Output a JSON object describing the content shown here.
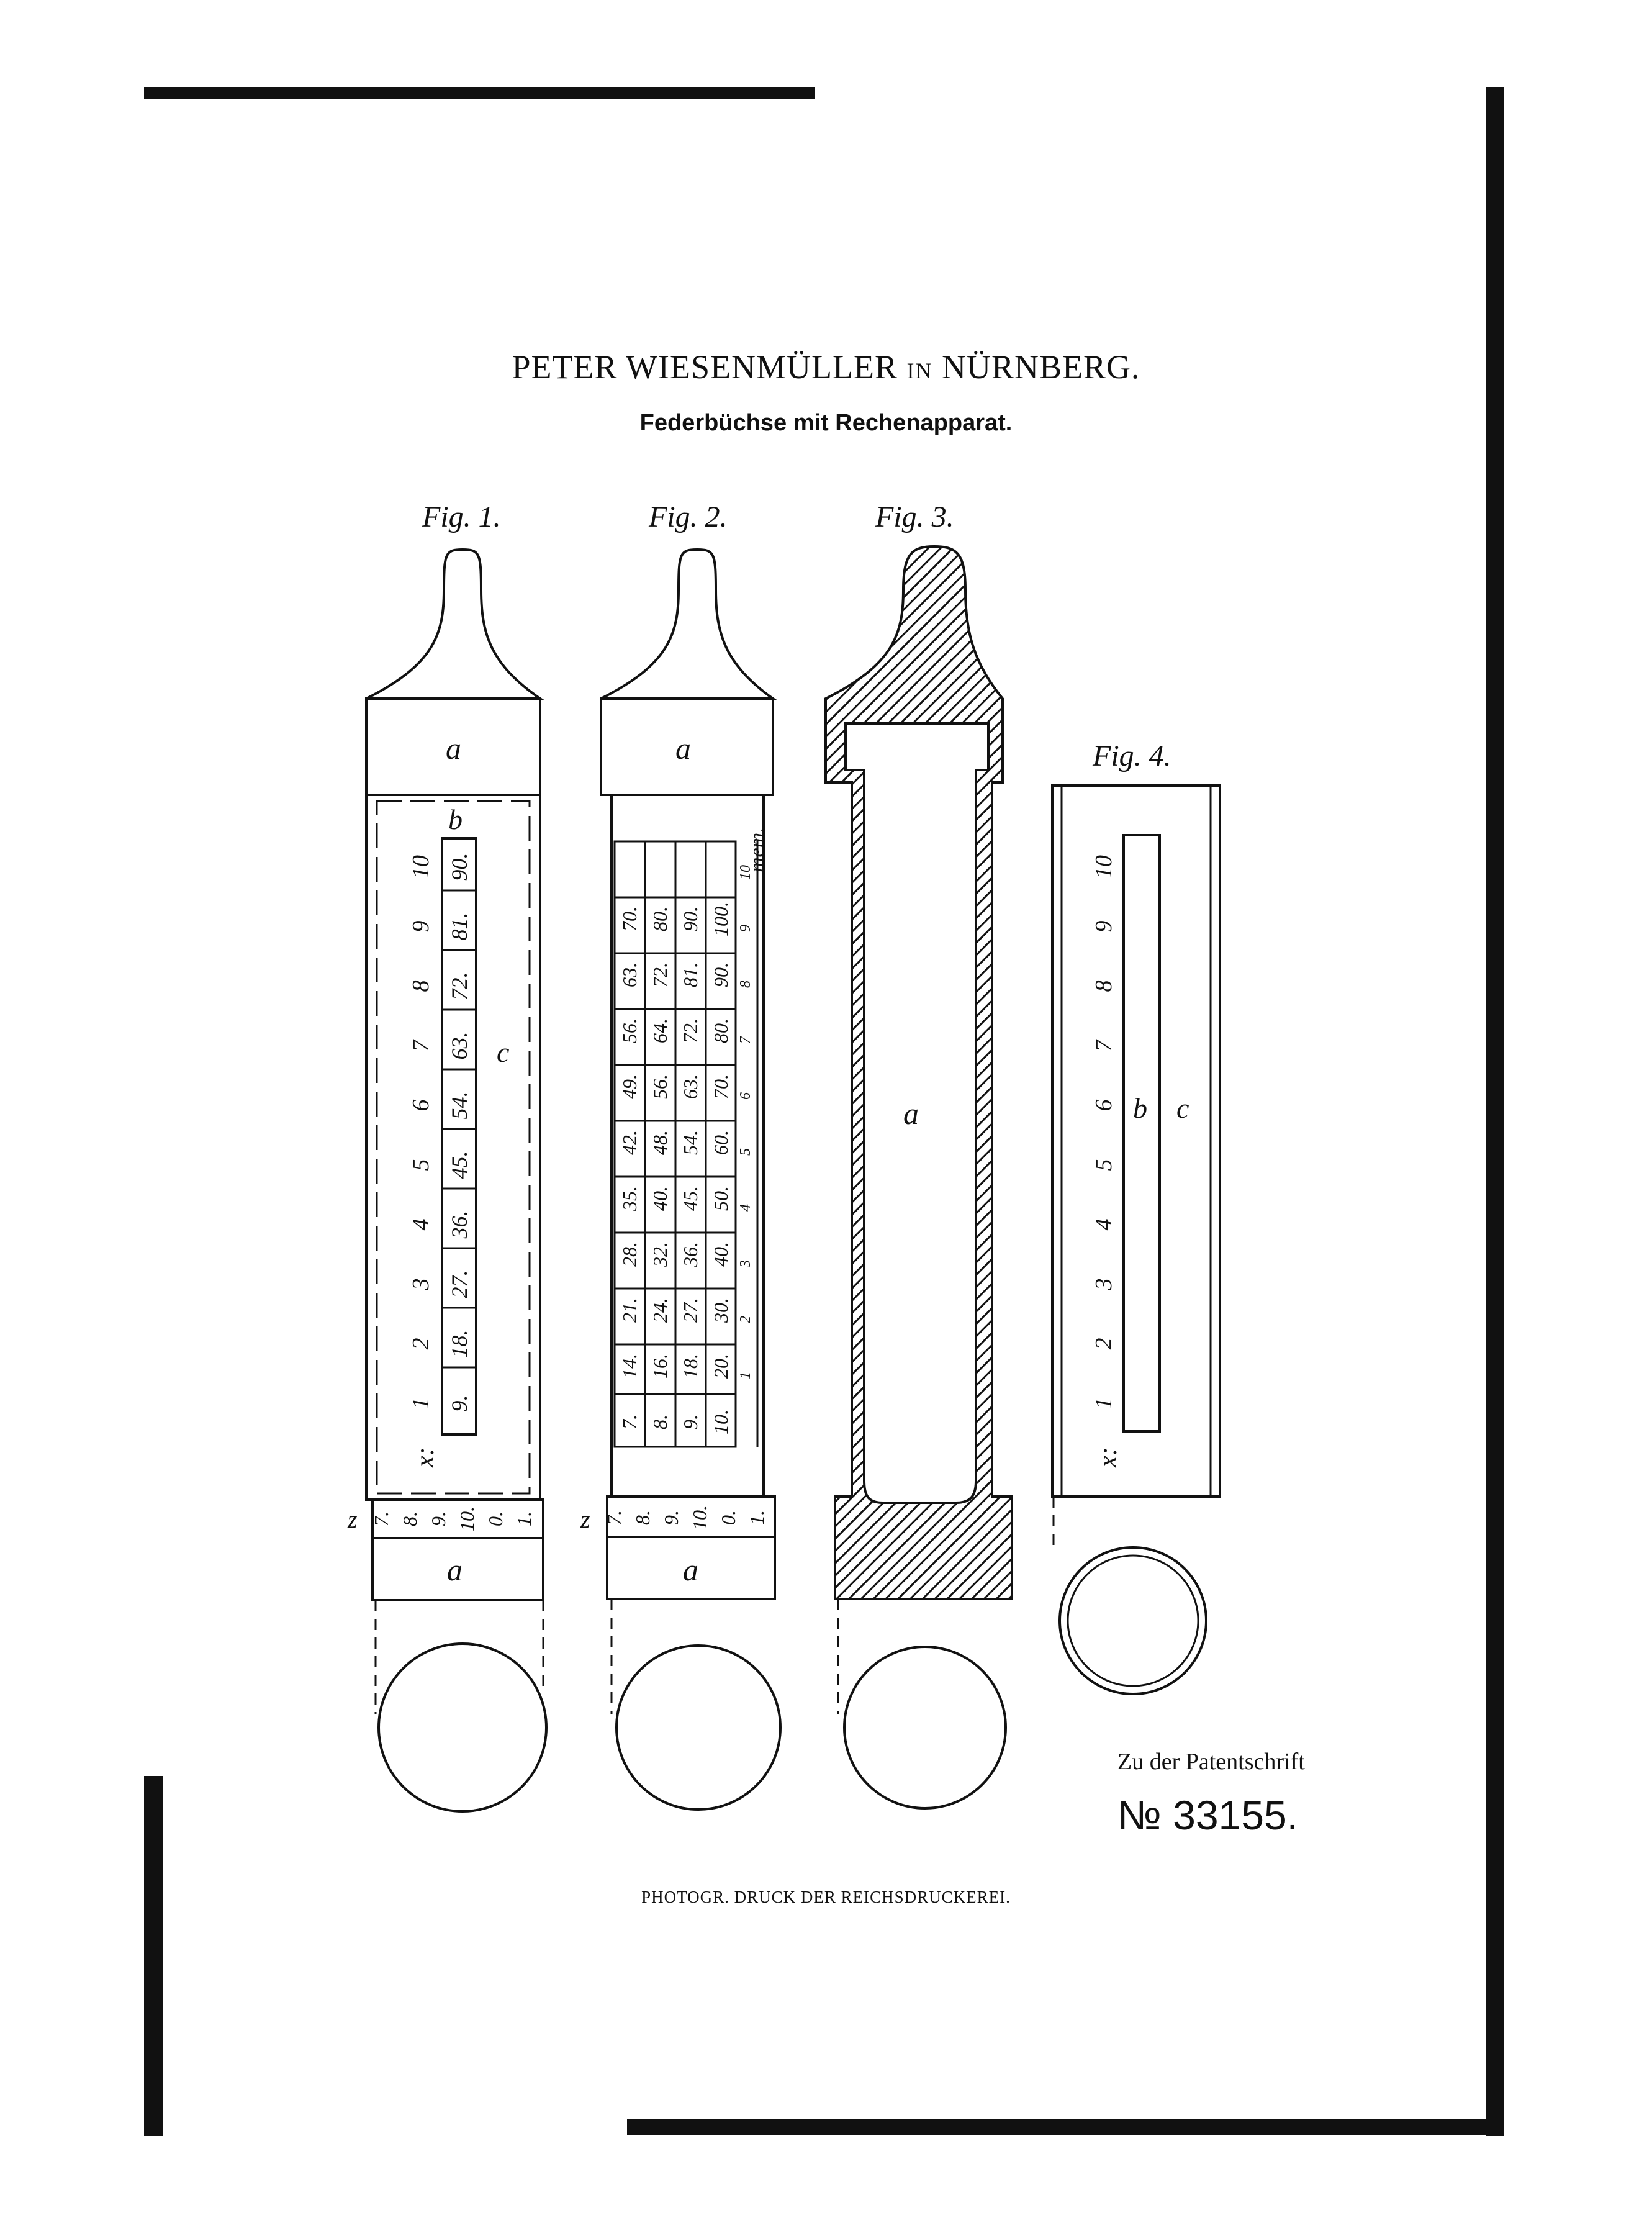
{
  "header": {
    "name": "PETER WIESENMÜLLER",
    "connector": "IN",
    "place": "NÜRNBERG."
  },
  "subtitle": "Federbüchse mit Rechenapparat.",
  "figures": {
    "fig1": "Fig. 1.",
    "fig2": "Fig. 2.",
    "fig3": "Fig. 3.",
    "fig4": "Fig. 4."
  },
  "refs": {
    "a": "a",
    "b": "b",
    "c": "c",
    "x": "x:",
    "z": "z"
  },
  "fig1_multipliers": [
    "1",
    "2",
    "3",
    "4",
    "5",
    "6",
    "7",
    "8",
    "9",
    "10"
  ],
  "fig1_products": [
    "9.",
    "18.",
    "27.",
    "36.",
    "45.",
    "54.",
    "63.",
    "72.",
    "81.",
    "90."
  ],
  "fig2_header": "mem.",
  "fig2_table": [
    [
      "7.",
      "14.",
      "21.",
      "28.",
      "35.",
      "42.",
      "49.",
      "56.",
      "63.",
      "70."
    ],
    [
      "8.",
      "16.",
      "24.",
      "32.",
      "40.",
      "48.",
      "56.",
      "64.",
      "72.",
      "80."
    ],
    [
      "9.",
      "18.",
      "27.",
      "36.",
      "45.",
      "54.",
      "63.",
      "72.",
      "81.",
      "90."
    ],
    [
      "10.",
      "20.",
      "30.",
      "40.",
      "50.",
      "60.",
      "70.",
      "80.",
      "90.",
      "100."
    ]
  ],
  "ring_digits": [
    "7.",
    "8.",
    "9.",
    "10.",
    "0.",
    "1."
  ],
  "footer": {
    "zu": "Zu der Patentschrift",
    "number": "№ 33155.",
    "print": "PHOTOGR. DRUCK DER REICHSDRUCKEREI."
  }
}
